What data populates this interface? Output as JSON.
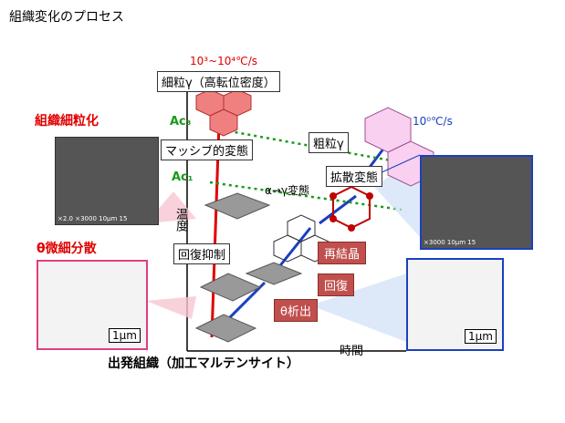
{
  "title": "組織変化のプロセス",
  "rate_fast": "10³~10⁴℃/s",
  "rate_slow": "10⁰℃/s",
  "fine_grain_label": "細粒γ（高転位密度）",
  "coarse_grain_label": "粗粒γ",
  "grain_refinement": "組織細粒化",
  "theta_dispersion": "θ微細分散",
  "ac3": "Ac₃",
  "ac1": "Ac₁",
  "massive": "マッシブ的変態",
  "diffusion": "拡散変態",
  "alpha_gamma": "α→γ変態",
  "recovery_suppression": "回復抑制",
  "recrystallization": "再結晶",
  "recovery": "回復",
  "theta_precipitation": "θ析出",
  "y_axis": "温度",
  "x_axis": "時間",
  "start_structure": "出発組織（加工マルテンサイト）",
  "scale_bar": "1μm",
  "sem_caption_left": "×2.0  ×3000  10μm  15",
  "sem_caption_right": "×3000  10μm  15",
  "colors": {
    "red": "#e00000",
    "green": "#1a9a1a",
    "blue": "#1a3fbf",
    "tag": "#c0504d"
  }
}
